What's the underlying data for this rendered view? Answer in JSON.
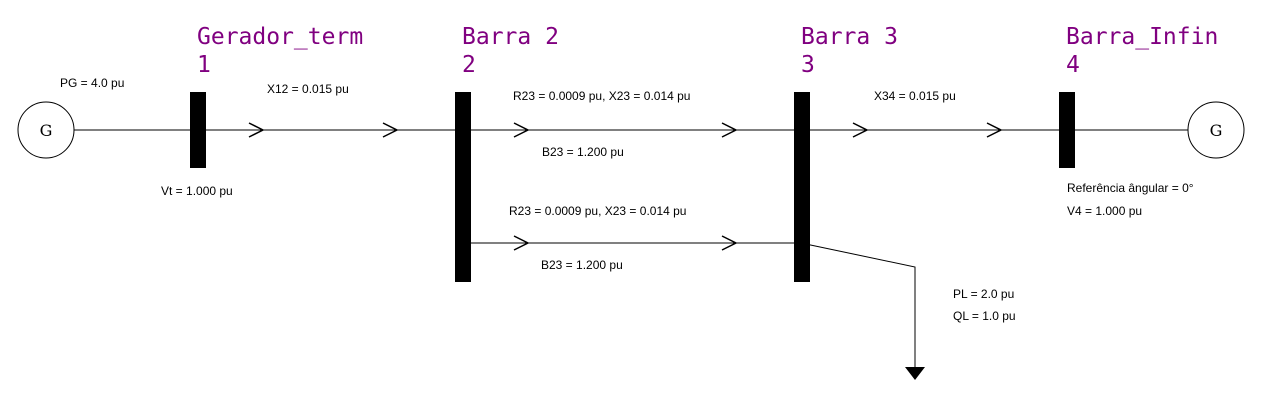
{
  "colors": {
    "bus_label": "#800080",
    "line": "#000000",
    "busbar": "#000000",
    "background": "#ffffff"
  },
  "buses": [
    {
      "name": "Gerador_term",
      "number": "1"
    },
    {
      "name": "Barra 2",
      "number": "2"
    },
    {
      "name": "Barra 3",
      "number": "3"
    },
    {
      "name": "Barra_Infin",
      "number": "4"
    }
  ],
  "generators": {
    "left_symbol": "G",
    "right_symbol": "G"
  },
  "labels": {
    "pg": "PG = 4.0 pu",
    "vt": "Vt = 1.000 pu",
    "x12": "X12 = 0.015 pu",
    "line23_top_rx": "R23 = 0.0009 pu, X23 = 0.014 pu",
    "line23_top_b": "B23 = 1.200 pu",
    "line23_bottom_rx": "R23 = 0.0009 pu, X23 = 0.014 pu",
    "line23_bottom_b": "B23 = 1.200 pu",
    "x34": "X34 = 0.015 pu",
    "ref_angle": "Referência ângular = 0°",
    "v4": "V4 = 1.000 pu",
    "pl": "PL = 2.0 pu",
    "ql": "QL = 1.0 pu"
  }
}
